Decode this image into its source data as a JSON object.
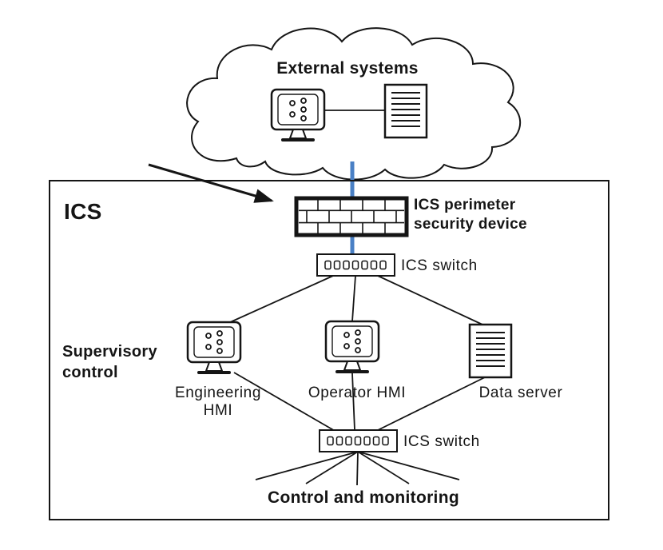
{
  "colors": {
    "link_blue": "#4a80c5",
    "ink": "#151515"
  },
  "cloud": {
    "title": "External systems"
  },
  "ics": {
    "box_label": "ICS",
    "perimeter_line1": "ICS perimeter",
    "perimeter_line2": "security device",
    "switch_top_label": "ICS switch",
    "switch_bottom_label": "ICS switch",
    "supervisory_line1": "Supervisory",
    "supervisory_line2": "control",
    "engineering_line1": "Engineering",
    "engineering_line2": "HMI",
    "operator_label": "Operator HMI",
    "data_server_label": "Data server",
    "control_label": "Control and monitoring"
  }
}
